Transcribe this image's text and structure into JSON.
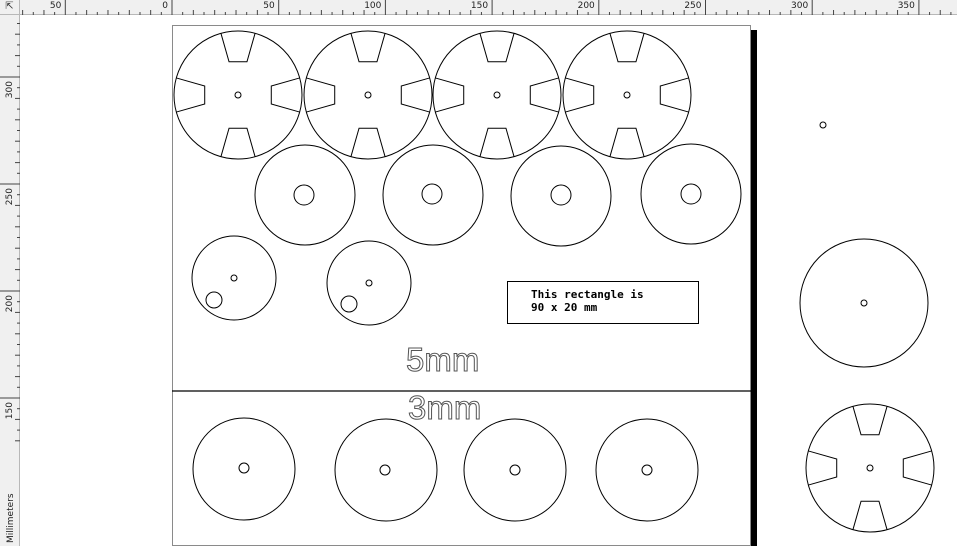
{
  "rulers": {
    "corner_icon": "crosshair-arrows-icon",
    "unit_label": "Millimeters",
    "top_ticks": [
      {
        "mm": -50,
        "label": "50"
      },
      {
        "mm": 0,
        "label": "0"
      },
      {
        "mm": 50,
        "label": "50"
      },
      {
        "mm": 100,
        "label": "100"
      },
      {
        "mm": 150,
        "label": "150"
      },
      {
        "mm": 200,
        "label": "200"
      },
      {
        "mm": 250,
        "label": "250"
      },
      {
        "mm": 300,
        "label": "300"
      },
      {
        "mm": 350,
        "label": "350"
      }
    ],
    "left_ticks": [
      {
        "mm": 300,
        "label": "300"
      },
      {
        "mm": 250,
        "label": "250"
      },
      {
        "mm": 200,
        "label": "200"
      },
      {
        "mm": 150,
        "label": "150"
      }
    ]
  },
  "drawing": {
    "label_5mm": "5mm",
    "label_3mm": "3mm",
    "note": {
      "line1": "This rectangle is",
      "line2": "90 x 20 mm"
    }
  },
  "colors": {
    "stroke": "#000000",
    "text_outline": "#555555",
    "page_border": "#8a8a8a",
    "ruler_bg": "#f0f0f0"
  }
}
